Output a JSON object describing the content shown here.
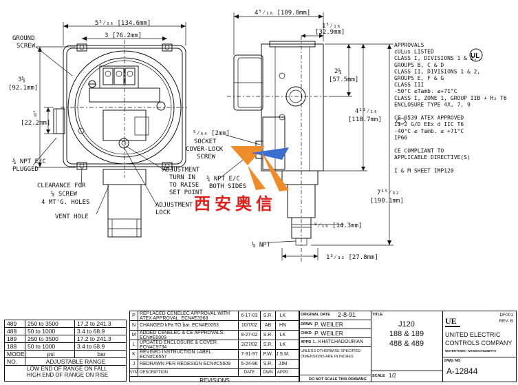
{
  "dims": {
    "w_5_5_16": "5⁵⁄₁₆ [134.6mm]",
    "w_3": "3 [76.2mm]",
    "h_3_5_8": "3⅝",
    "h_3_5_8_mm": "[92.1mm]",
    "h_7_8": "⅞",
    "h_7_8_mm": "[22.2mm]",
    "w_4_5_16": "4⁵⁄₁₆ [109.0mm]",
    "w_1_5_16": "1⁵⁄₁₆",
    "w_1_5_16_mm": "[32.9mm]",
    "h_2_1_4": "2¼",
    "h_2_1_4_mm": "[57.5mm]",
    "h_4_11_16": "4¹¹⁄₁₆",
    "h_4_11_16_mm": "[118.7mm]",
    "h_7_15_32": "7¹⁵⁄₃₂",
    "h_7_15_32_mm": "[190.1mm]",
    "w_9_16": "⁹⁄₁₆ [14.3mm]",
    "w_1_3_32": "1³⁄₃₂ [27.8mm]",
    "socket": "⁵⁄₆₄ [2mm]"
  },
  "labels": {
    "ground_screw_1": "GROUND",
    "ground_screw_2": "SCREW",
    "plugged_1": "¾ NPT E/C",
    "plugged_2": "PLUGGED",
    "clearance_1": "CLEARANCE FOR",
    "clearance_2": "¼ SCREW",
    "clearance_3": "4 MT'G. HOLES",
    "vent_hole": "VENT HOLE",
    "adjustment_1": "ADJUSTMENT",
    "adjustment_2": "TURN IN",
    "adjustment_3": "TO RAISE",
    "adjustment_4": "SET POINT",
    "adj_lock_1": "ADJUSTMENT",
    "adj_lock_2": "LOCK",
    "socket_1": "SOCKET",
    "socket_2": "COVER-LOCK",
    "socket_3": "SCREW",
    "both_sides_1": "¾ NPT E/C",
    "both_sides_2": "BOTH SIDES",
    "npt_quarter": "¼ NPT"
  },
  "approvals": [
    "APPROVALS",
    "cULus LISTED",
    "CLASS I, DIVISIONS 1 & 2,",
    "  GROUPS B, C & D",
    "CLASS II, DIVISIONS 1 & 2,",
    "  GROUPS E, F & G",
    "CLASS III",
    "-50°C ≤Tamb. ≤+71°C",
    "CLASS I, ZONE 1, GROUP IIB + H₂ T6",
    "ENCLOSURE TYPE 4X, 7, 9",
    "",
    "CE 0539 ATEX APPROVED",
    "   II 2 G/D EEx d IIC T6",
    "   -40°C ≤ Tamb. ≤ +71°C",
    "   IP66",
    "",
    "CE COMPLIANT TO",
    "APPLICABLE DIRECTIVE(S)",
    "",
    "I & M SHEET IMP120"
  ],
  "ul_mark": "UL",
  "watermark": "西安奥信",
  "range_table": {
    "rows": [
      [
        "489",
        "250  to  3500",
        "17.2  to  241.3"
      ],
      [
        "488",
        "50  to  1000",
        "3.4  to  68.9"
      ],
      [
        "189",
        "250  to  3500",
        "17.2  to  241.3"
      ],
      [
        "188",
        "50  to  1000",
        "3.4  to  68.9"
      ]
    ],
    "hdr_model_1": "MODEL",
    "hdr_model_2": "NO.",
    "hdr_psi": "psi",
    "hdr_bar": "bar",
    "hdr_adjustable": "ADJUSTABLE RANGE",
    "note_1": "LOW END OF RANGE ON FALL",
    "note_2": "HIGH END OF RANGE ON RISE"
  },
  "revisions": {
    "rows": [
      {
        "sym": "P",
        "desc": "REPLACED CENELEC APPROVAL WITH ATEX APPROVAL.  ECN#E3368",
        "date": "6-17-03",
        "by": "S.R.",
        "appd": "LK"
      },
      {
        "sym": "N",
        "desc": "CHANGED kPa TO bar.   ECN#E0053",
        "date": "10/7/02",
        "by": "AB",
        "appd": "HN"
      },
      {
        "sym": "M",
        "desc": "ADDED CENELEC & CE APPROVALS. ECN#E0009",
        "date": "8-27-02",
        "by": "S.R.",
        "appd": "LK"
      },
      {
        "sym": "L",
        "desc": "UPDATED ENCLOSURE & COVER. ECN#C9734",
        "date": "2/27/02",
        "by": "S.R.",
        "appd": "LK"
      },
      {
        "sym": "K",
        "desc": "REVISED INSTRUCTION LABEL.   ECN#C6557",
        "date": "7-31-97",
        "by": "P.W.",
        "appd": "J.S.M."
      },
      {
        "sym": "J",
        "desc": "REDRAWN PER REDESIGN ECN#C5609",
        "date": "5-24-96",
        "by": "S.R.",
        "appd": "JJM"
      }
    ],
    "hdr_sym": "SYM",
    "hdr_desc": "DESCRIPTION",
    "hdr_date": "DATE",
    "hdr_by": "DWN",
    "hdr_appd": "APPD",
    "title": "REVISIONS"
  },
  "title_block": {
    "orig_label": "ORIGINAL DATE",
    "orig_date": "2-8-91",
    "drwn_label": "DRWN",
    "drwn": "P. WEILER",
    "chkd_label": "CHKD",
    "chkd": "P. WEILER",
    "appd_label": "APPD",
    "appd": "L. KHATCHADOURIAN",
    "unless_1": "UNLESS OTHERWISE SPECIFIED",
    "unless_2": "DIMENSIONS ARE IN INCHES",
    "no_scale": "DO NOT SCALE THIS DRAWING",
    "title_label": "TITLE",
    "title_1": "J120",
    "title_2": "188  &  189",
    "title_3": "488  &  489",
    "scale_label": "SCALE",
    "scale": "1/2",
    "ue_logo": "UE",
    "company_1": "UNITED ELECTRIC",
    "company_2": "CONTROLS COMPANY",
    "company_addr": "WATERTOWN ▪ MASSACHUSETTS",
    "df": "DF001",
    "rev": "REV. B",
    "dwg_label": "DWG NO",
    "dwg_no": "A-12844"
  }
}
